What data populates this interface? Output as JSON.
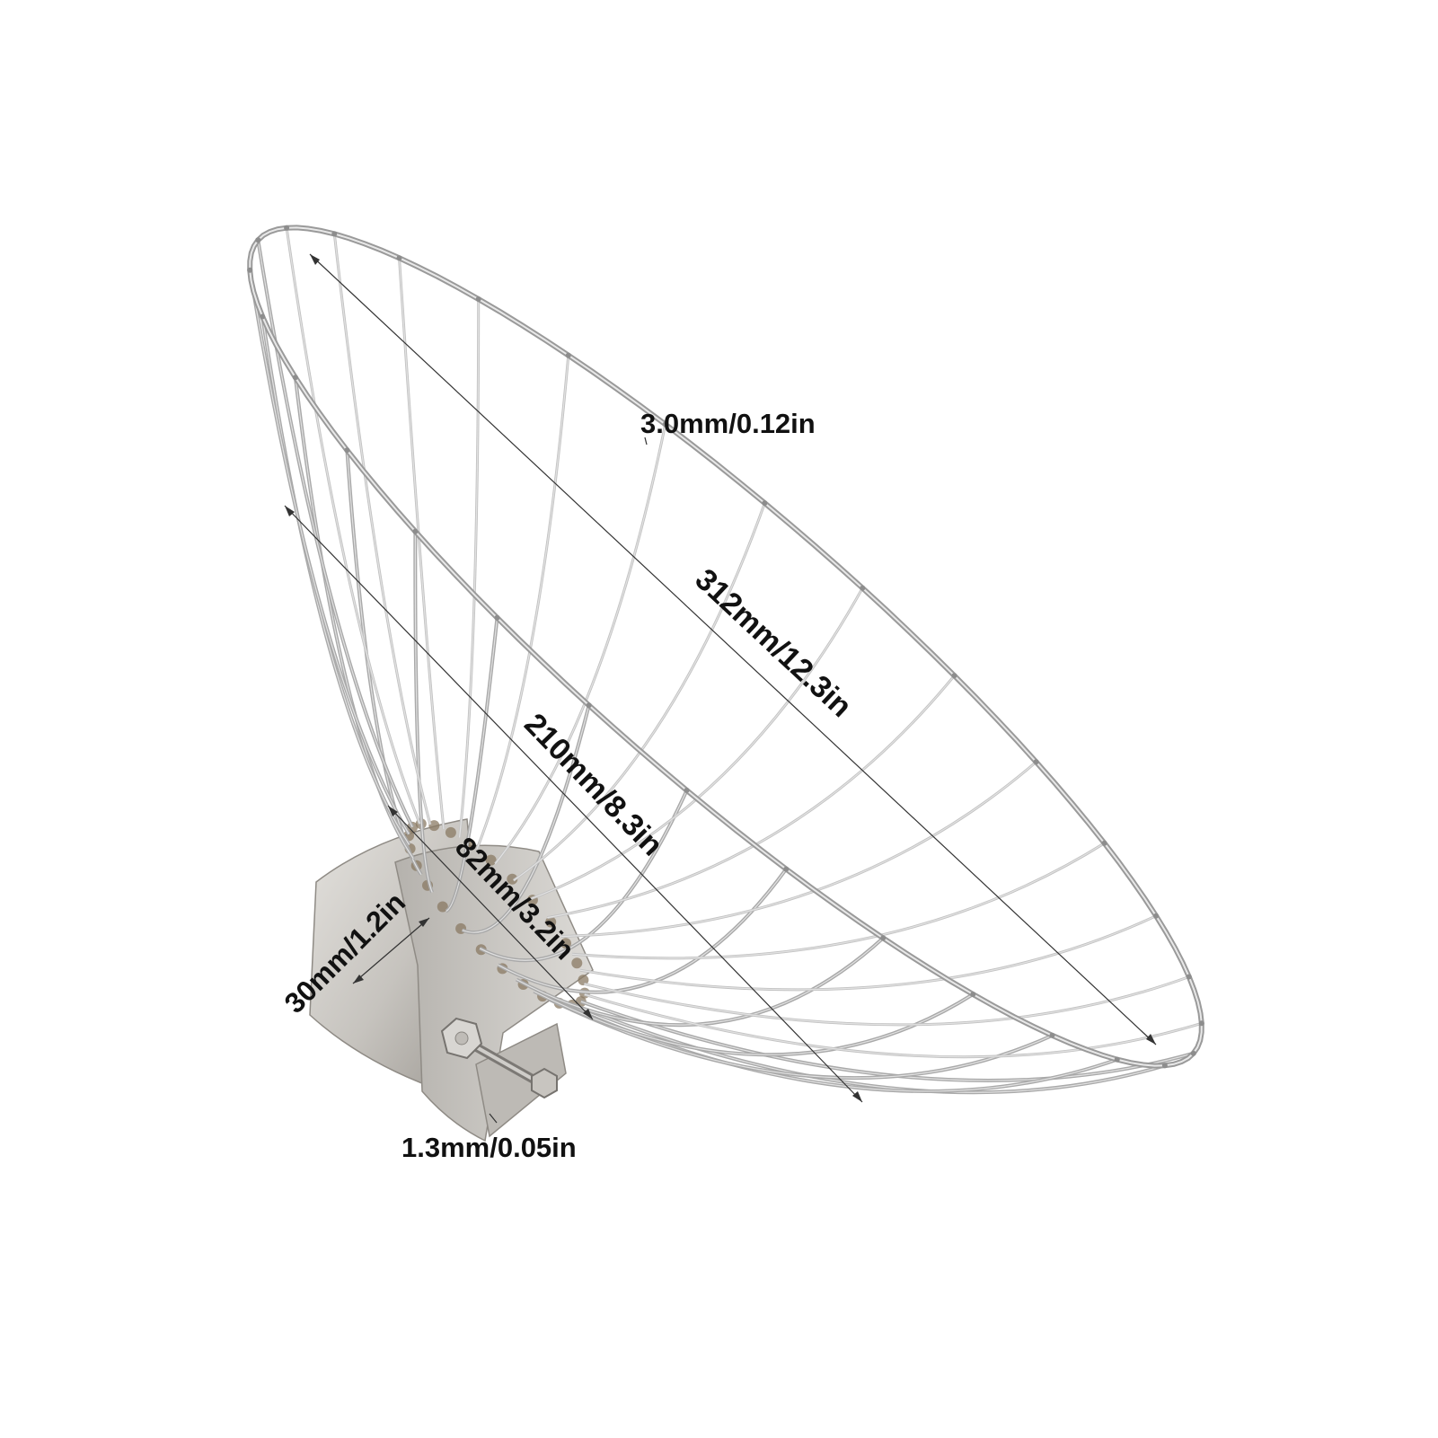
{
  "product": {
    "name": "conical-wire-basket",
    "colors": {
      "background": "#ffffff",
      "wire": "#a9a9a9",
      "wire_highlight": "#e2e2e2",
      "bracket": "#c9c7c3",
      "bracket_shadow": "#9c9994",
      "weld": "#8a7a63",
      "dimension_line": "#333333",
      "label": "#111111"
    }
  },
  "dimensions": {
    "wire_thickness": "3.0mm/0.12in",
    "top_diameter": "312mm/12.3in",
    "height": "210mm/8.3in",
    "bottom_diameter": "82mm/3.2in",
    "bracket_width": "30mm/1.2in",
    "bracket_thickness": "1.3mm/0.05in"
  }
}
